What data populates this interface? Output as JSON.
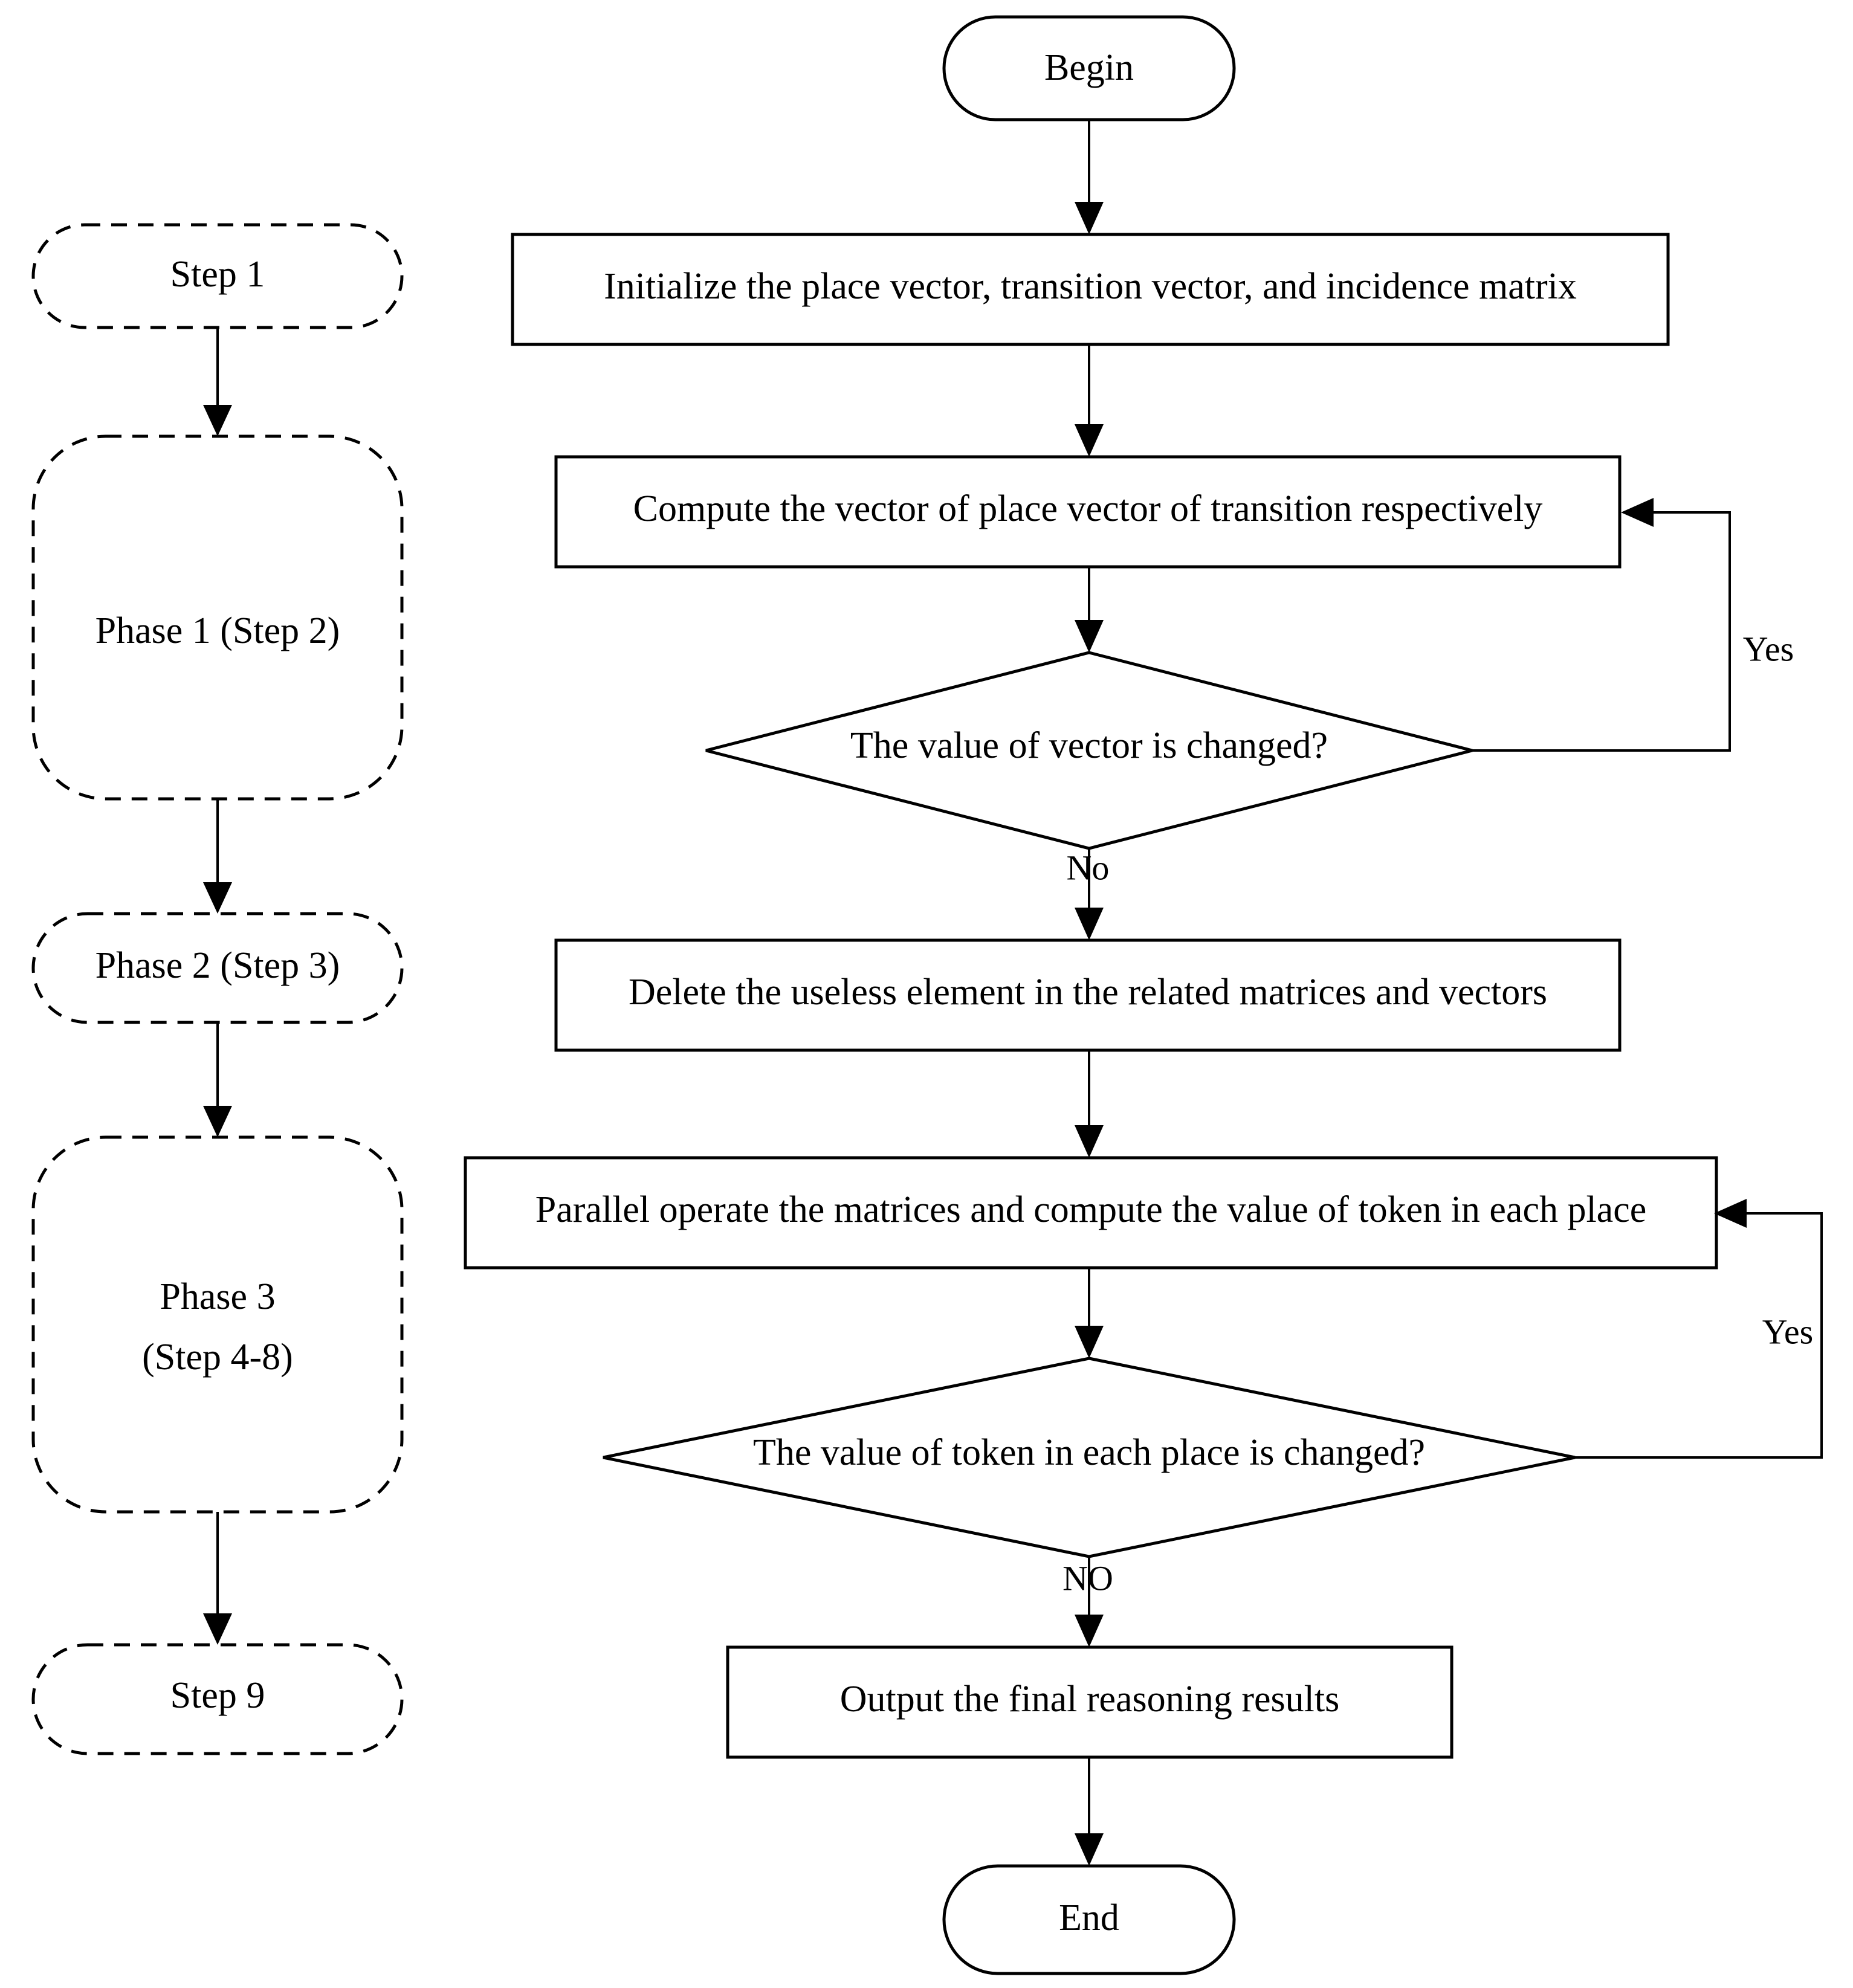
{
  "diagram": {
    "title_terminators": {
      "begin": "Begin",
      "end": "End"
    },
    "phase_column": {
      "items": [
        {
          "id": "step1",
          "label": "Step 1"
        },
        {
          "id": "phase1",
          "label": "Phase 1 (Step 2)"
        },
        {
          "id": "phase2",
          "label": "Phase 2 (Step 3)"
        },
        {
          "id": "phase3",
          "label_line1": "Phase 3",
          "label_line2": "(Step 4-8)"
        },
        {
          "id": "step9",
          "label": "Step 9"
        }
      ]
    },
    "process_steps": [
      {
        "id": "init",
        "label": "Initialize the place vector, transition vector, and incidence matrix"
      },
      {
        "id": "compute",
        "label": "Compute the vector of place vector of transition respectively"
      },
      {
        "id": "delete",
        "label": "Delete the useless element in the related matrices and vectors"
      },
      {
        "id": "parallel",
        "label": "Parallel operate the matrices and compute the value of token in each place"
      },
      {
        "id": "output",
        "label": "Output the final reasoning results"
      }
    ],
    "decisions": [
      {
        "id": "vector-changed",
        "label": "The value of vector is changed?",
        "yes_label": "Yes",
        "no_label": "No"
      },
      {
        "id": "token-changed",
        "label": "The value of token in each place is changed?",
        "yes_label": "Yes",
        "no_label": "NO"
      }
    ],
    "colors": {
      "stroke": "#000000",
      "fill": "#ffffff",
      "text": "#000000"
    }
  }
}
